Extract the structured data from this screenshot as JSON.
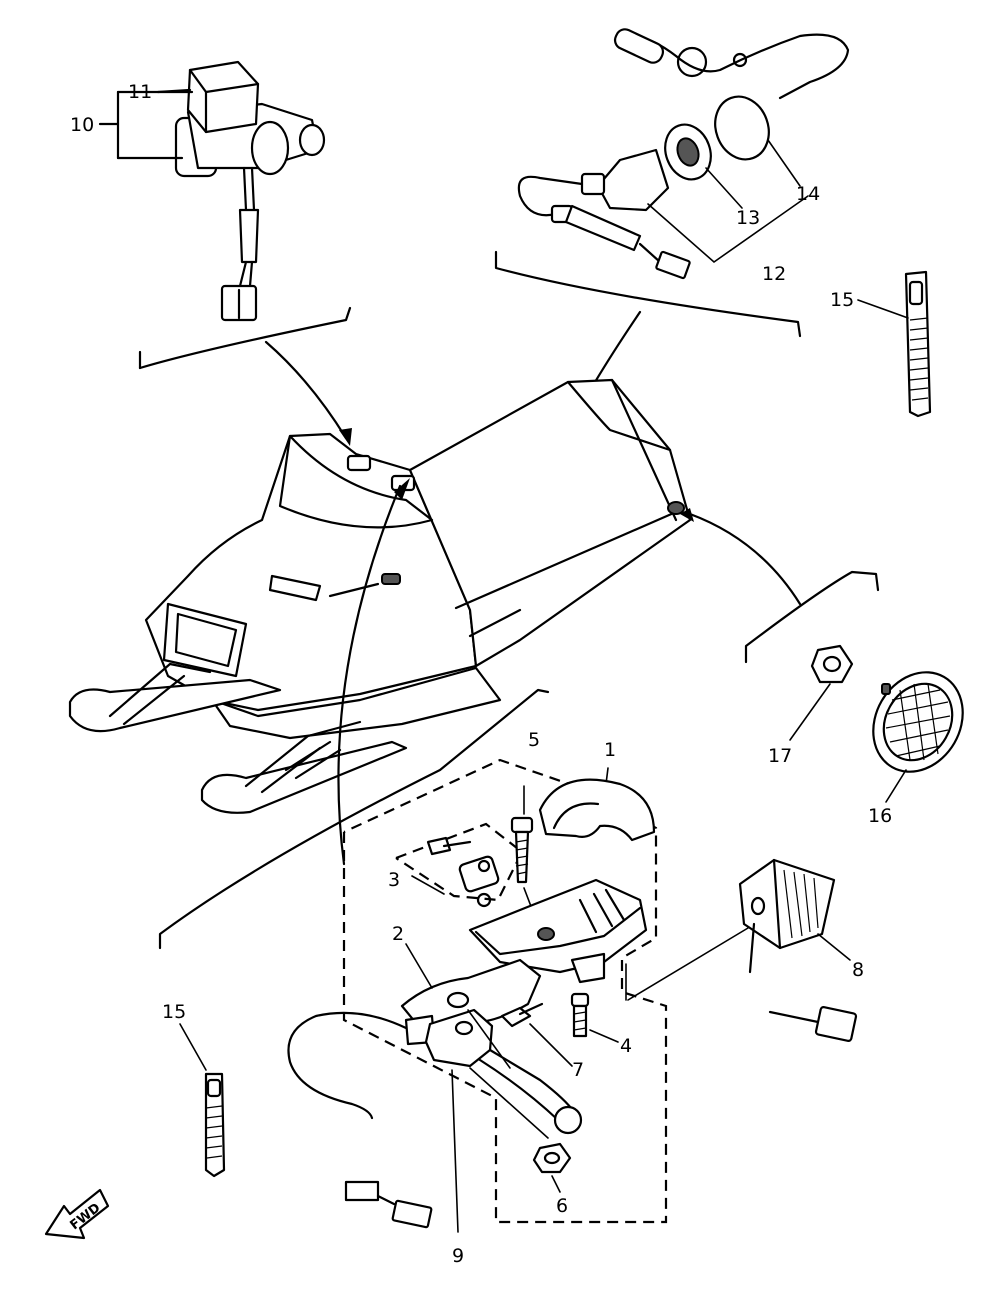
{
  "diagram": {
    "callouts": [
      {
        "id": "c1",
        "label": "1"
      },
      {
        "id": "c2",
        "label": "2"
      },
      {
        "id": "c3",
        "label": "3"
      },
      {
        "id": "c4",
        "label": "4"
      },
      {
        "id": "c5",
        "label": "5"
      },
      {
        "id": "c6",
        "label": "6"
      },
      {
        "id": "c7",
        "label": "7"
      },
      {
        "id": "c8",
        "label": "8"
      },
      {
        "id": "c9",
        "label": "9"
      },
      {
        "id": "c10",
        "label": "10"
      },
      {
        "id": "c11",
        "label": "11"
      },
      {
        "id": "c12",
        "label": "12"
      },
      {
        "id": "c13",
        "label": "13"
      },
      {
        "id": "c14",
        "label": "14"
      },
      {
        "id": "c15a",
        "label": "15"
      },
      {
        "id": "c15b",
        "label": "15"
      },
      {
        "id": "c16",
        "label": "16"
      },
      {
        "id": "c17",
        "label": "17"
      }
    ],
    "fwd_label": "FWD"
  }
}
